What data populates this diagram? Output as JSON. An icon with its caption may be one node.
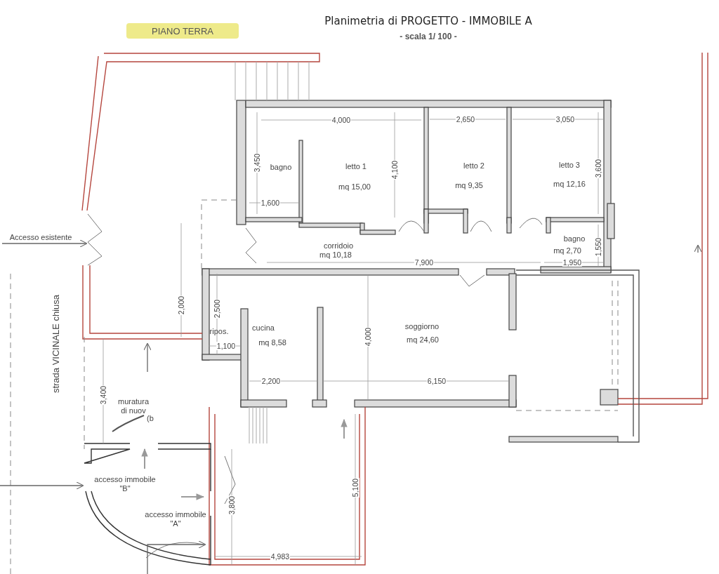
{
  "diagram": {
    "title": "Planimetria di PROGETTO - IMMOBILE A",
    "caption": "- scala 1/ 100 -",
    "nodes": [
      {
        "text": [
          "PIANO TERRA"
        ]
      }
    ],
    "labels": [
      "4,000",
      "2,650",
      "3,050",
      "3,450",
      "bagno",
      "letto 1",
      "mq 15,00",
      "4,100",
      "letto 2",
      "mq 9,35",
      "letto 3",
      "mq 12,16",
      "3,600",
      "1,600",
      "Accesso esistente",
      "corridoio",
      "mq 10,18",
      "bagno",
      "mq 2,70",
      "1,550",
      "7,900",
      "1,950",
      "2,000",
      "2,500",
      "ripos.",
      "cucina",
      "mq 8,58",
      "4,000",
      "soggiorno",
      "mq 24,60",
      "1,100",
      "strada VICINALE chiusa",
      "2,200",
      "6,150",
      "3,400",
      "muratura di nuov",
      "(b",
      "accesso immobile \"B\"",
      "3,800",
      "5,100",
      "accesso immobile \"A\"",
      "4,983"
    ]
  }
}
